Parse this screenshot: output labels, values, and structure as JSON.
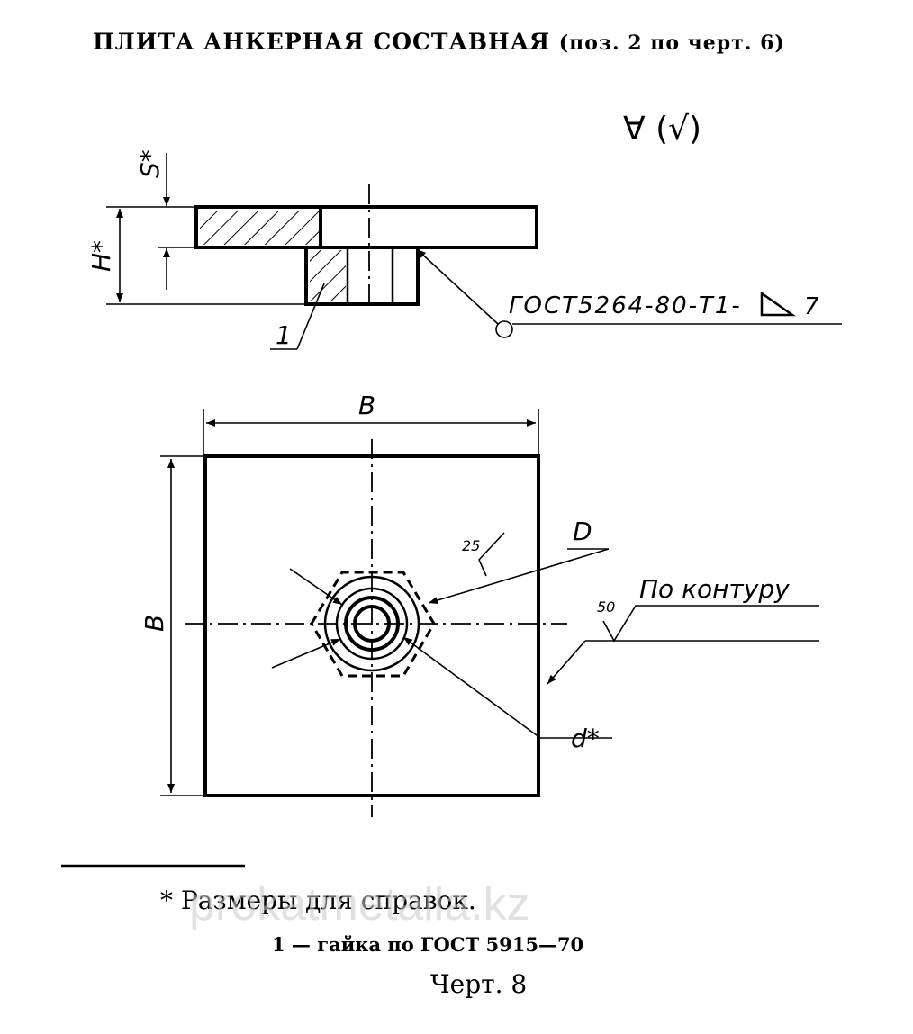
{
  "title": "ПЛИТА АНКЕРНАЯ СОСТАВНАЯ",
  "title_ref": "(поз. 2 по черт. 6)",
  "roughness_mark": "∀ (√)",
  "labels": {
    "s": "S*",
    "h": "H*",
    "part_number": "1",
    "gost_weld": "ГОСТ5264-80-Т1-",
    "weld_leg": "7",
    "width_top": "B",
    "width_side": "B",
    "diameter_D": "D",
    "diameter_d": "d*",
    "roughness_25": "25",
    "roughness_50": "50",
    "contour": "По контуру"
  },
  "notes": {
    "reference": "* Размеры для справок.",
    "nut": "1 — гайка по ГОСТ 5915—70",
    "figure": "Черт. 8"
  },
  "watermark": "prokatmetalla.kz"
}
